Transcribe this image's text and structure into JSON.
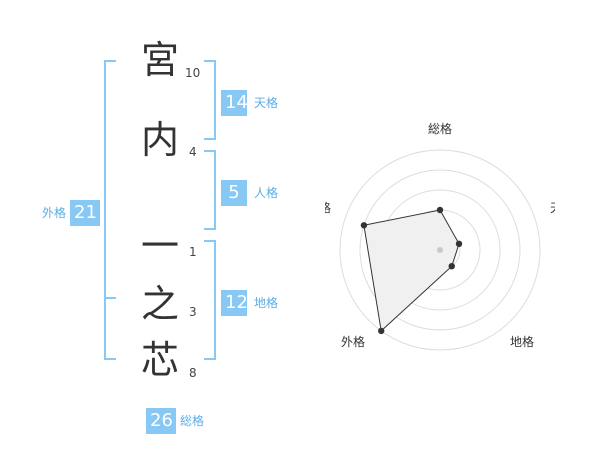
{
  "name_chars": [
    {
      "char": "宮",
      "strokes": "10"
    },
    {
      "char": "内",
      "strokes": "4"
    },
    {
      "char": "一",
      "strokes": "1"
    },
    {
      "char": "之",
      "strokes": "3"
    },
    {
      "char": "芯",
      "strokes": "8"
    }
  ],
  "fortunes": {
    "tenkaku": {
      "value": "14",
      "label": "天格"
    },
    "jinkaku": {
      "value": "5",
      "label": "人格"
    },
    "chikaku": {
      "value": "12",
      "label": "地格"
    },
    "gaikaku": {
      "value": "21",
      "label": "外格"
    },
    "soukaku": {
      "value": "26",
      "label": "総格"
    }
  },
  "chart_data": {
    "type": "radar",
    "axes": [
      "総格",
      "天格",
      "地格",
      "外格",
      "人格"
    ],
    "values": [
      2,
      1,
      1,
      5,
      4
    ],
    "max": 5,
    "grid": true
  },
  "colors": {
    "accent": "#88c8f4",
    "label": "#5aaee6",
    "text": "#333333"
  }
}
